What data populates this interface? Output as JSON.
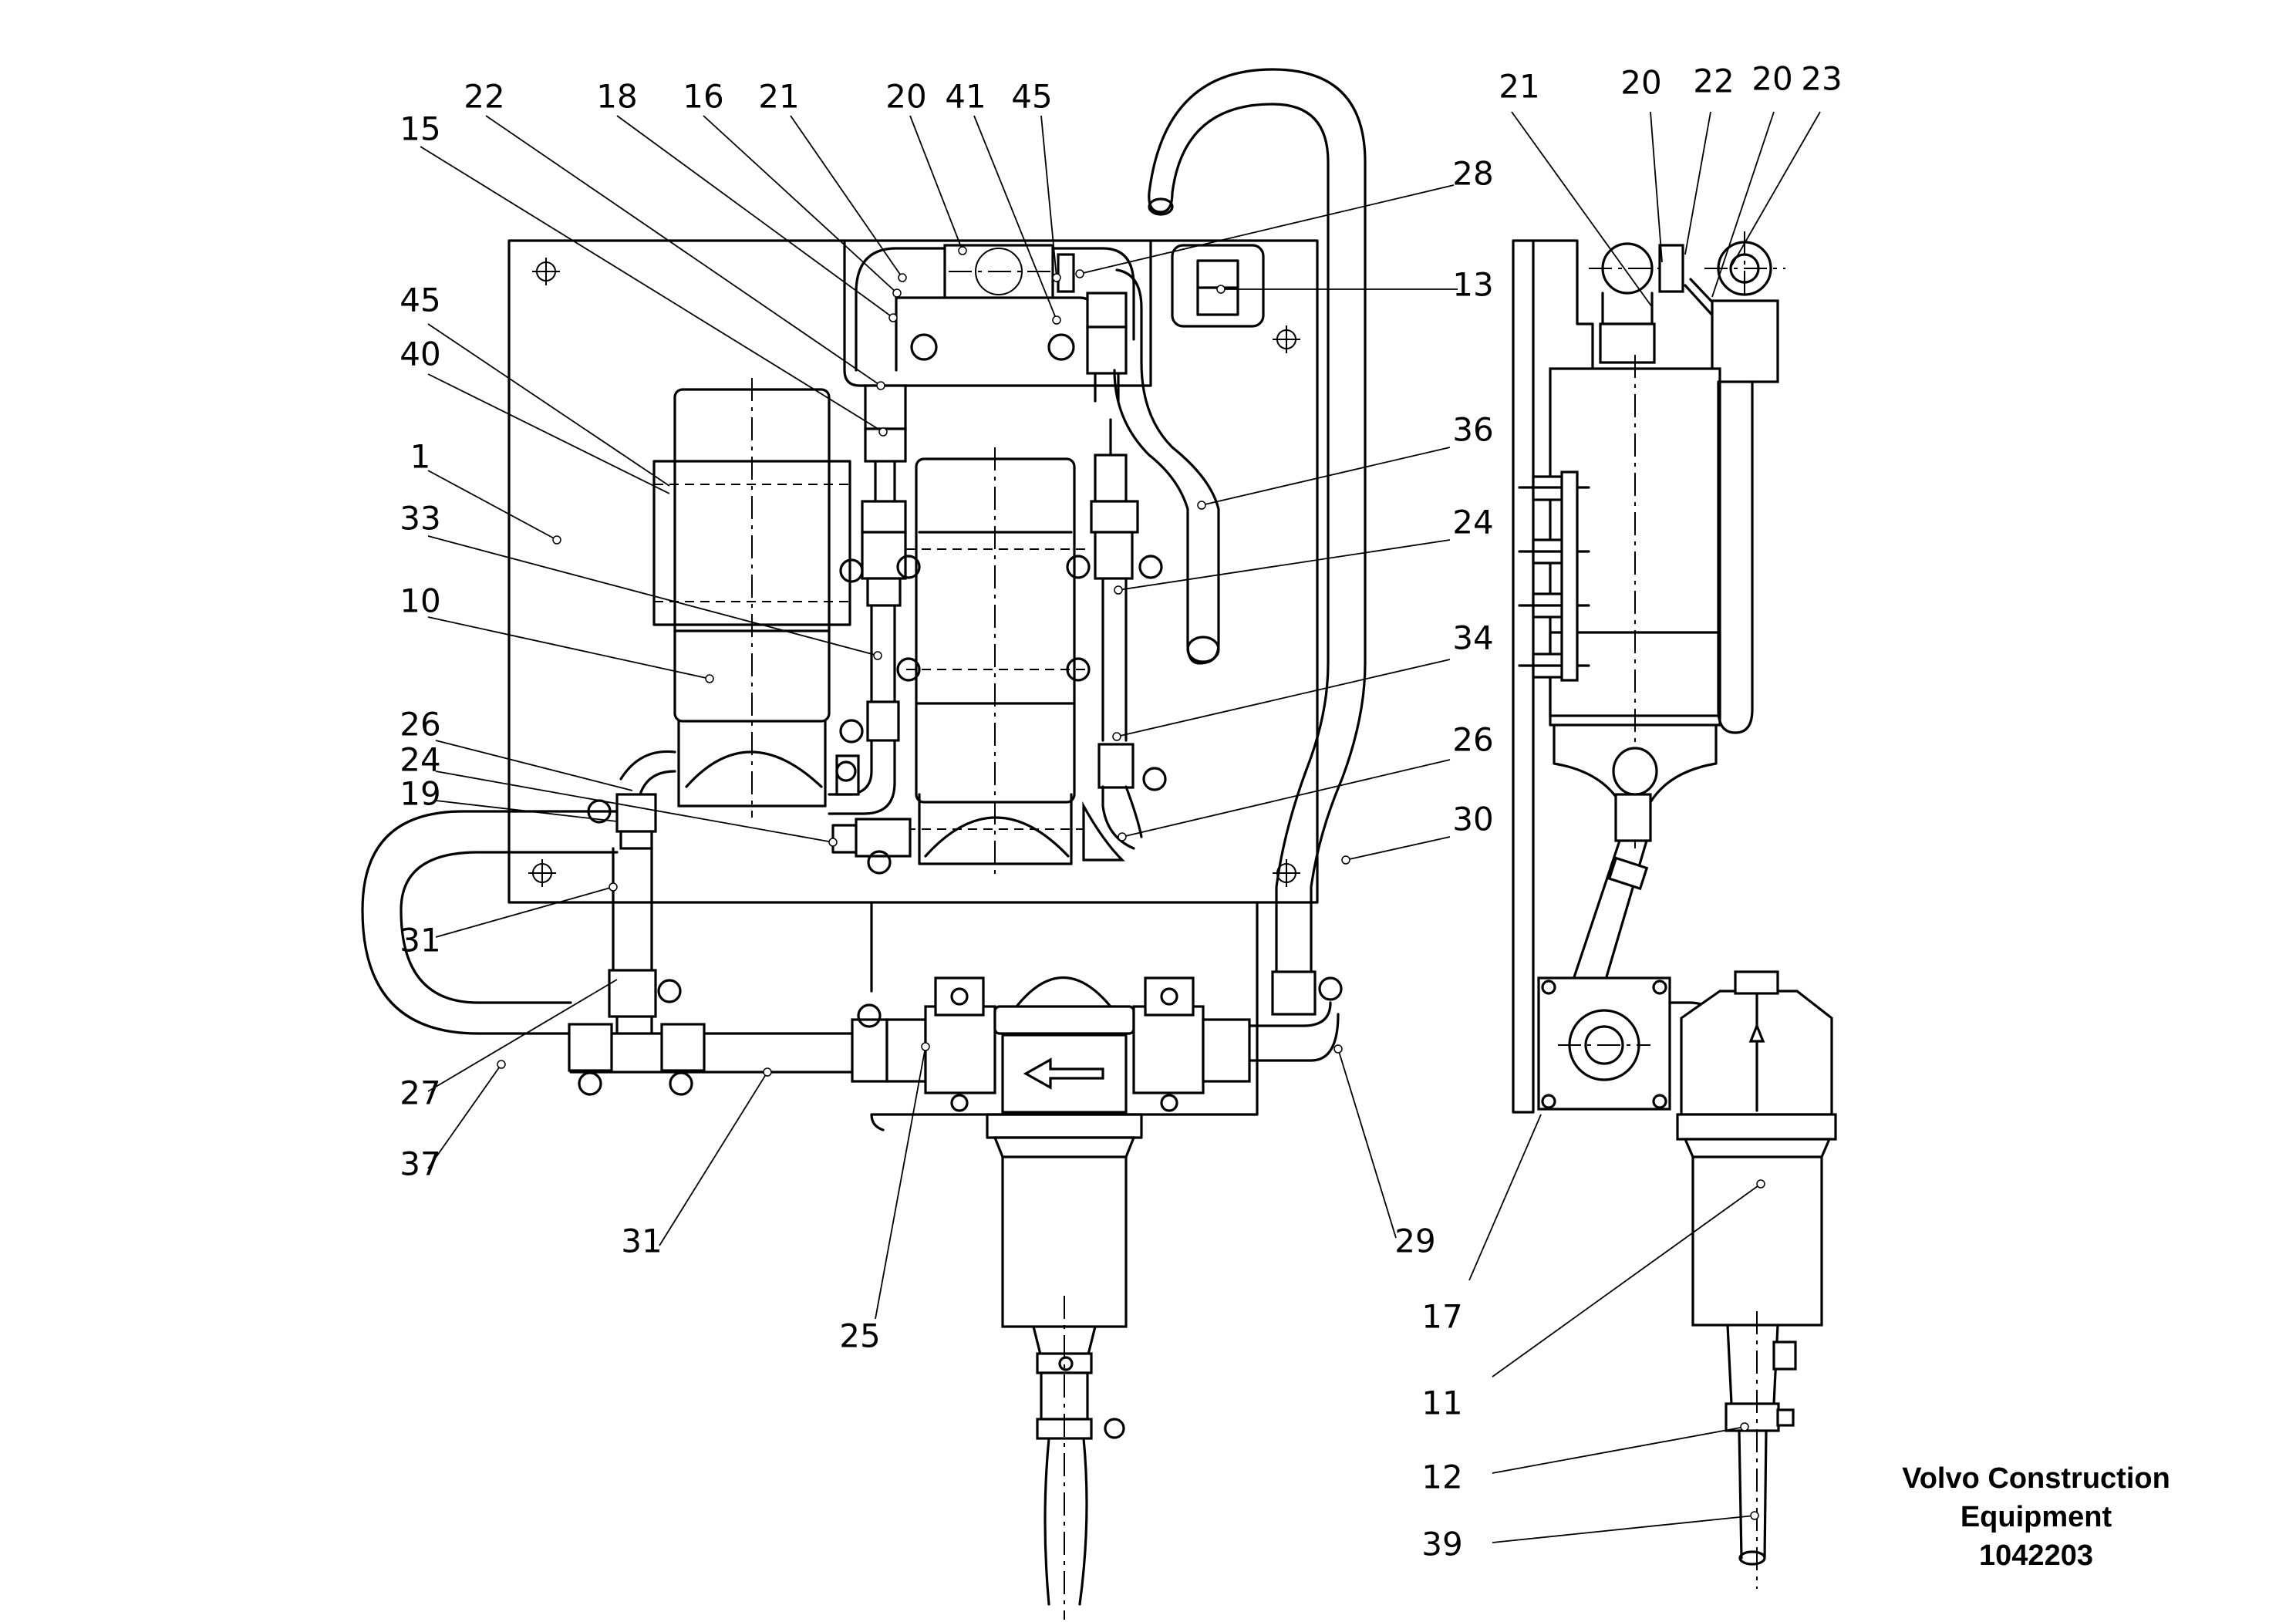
{
  "callouts": {
    "c22a": "22",
    "c18": "18",
    "c16": "16",
    "c21a": "21",
    "c20a": "20",
    "c41": "41",
    "c45a": "45",
    "c15": "15",
    "c28": "28",
    "c13": "13",
    "c45b": "45",
    "c40": "40",
    "c1": "1",
    "c33": "33",
    "c10": "10",
    "c36": "36",
    "c24a": "24",
    "c34": "34",
    "c26a": "26",
    "c30": "30",
    "c26b": "26",
    "c24b": "24",
    "c19": "19",
    "c31a": "31",
    "c27": "27",
    "c37": "37",
    "c31b": "31",
    "c25": "25",
    "c29": "29",
    "c21b": "21",
    "c20b": "20",
    "c22b": "22",
    "c20c": "20",
    "c23": "23",
    "c17": "17",
    "c11": "11",
    "c12": "12",
    "c39": "39"
  },
  "footer": {
    "company": "Volvo Construction",
    "company2": "Equipment",
    "doc_number": "1042203"
  },
  "colors": {
    "ink": "#000000",
    "paper": "#ffffff"
  }
}
